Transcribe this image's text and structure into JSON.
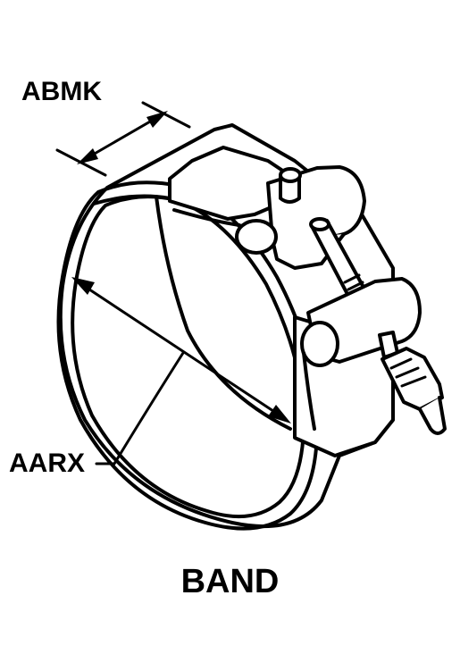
{
  "labels": {
    "width_dimension": "ABMK",
    "diameter_dimension": "AARX"
  },
  "caption": "BAND",
  "colors": {
    "line": "#000000",
    "background": "#ffffff"
  }
}
